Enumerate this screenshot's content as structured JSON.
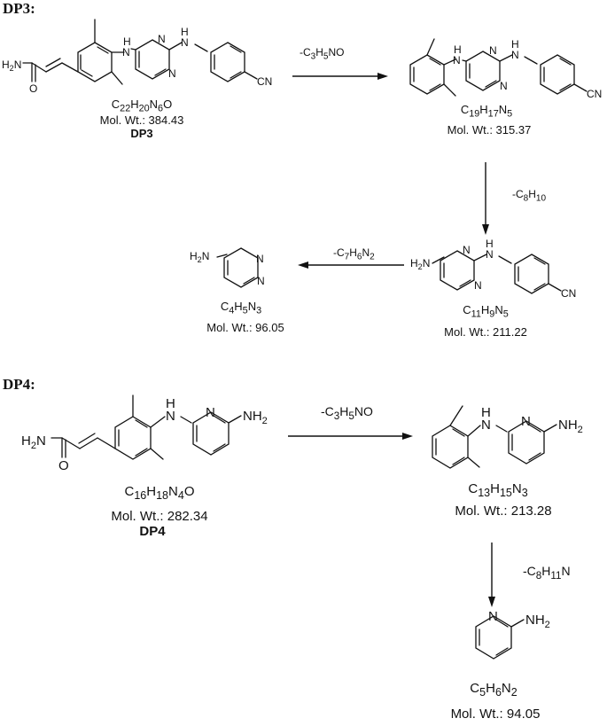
{
  "sections": {
    "dp3": {
      "title": "DP3:"
    },
    "dp4": {
      "title": "DP4:"
    }
  },
  "compounds": {
    "dp3_parent": {
      "formula": "C<sub>22</sub>H<sub>20</sub>N<sub>6</sub>O",
      "mw": "Mol. Wt.: 384.43",
      "label": "DP3"
    },
    "dp3_frag1": {
      "formula": "C<sub>19</sub>H<sub>17</sub>N<sub>5</sub>",
      "mw": "Mol. Wt.: 315.37"
    },
    "dp3_frag2": {
      "formula": "C<sub>11</sub>H<sub>9</sub>N<sub>5</sub>",
      "mw": "Mol. Wt.: 211.22"
    },
    "dp3_frag3": {
      "formula": "C<sub>4</sub>H<sub>5</sub>N<sub>3</sub>",
      "mw": "Mol. Wt.: 96.05"
    },
    "dp4_parent": {
      "formula": "C<sub>16</sub>H<sub>18</sub>N<sub>4</sub>O",
      "mw": "Mol. Wt.: 282.34",
      "label": "DP4"
    },
    "dp4_frag1": {
      "formula": "C<sub>13</sub>H<sub>15</sub>N<sub>3</sub>",
      "mw": "Mol. Wt.: 213.28"
    },
    "dp4_frag2": {
      "formula": "C<sub>5</sub>H<sub>6</sub>N<sub>2</sub>",
      "mw": "Mol. Wt.: 94.05"
    }
  },
  "losses": {
    "dp3_step1": "-C<sub>3</sub>H<sub>5</sub>NO",
    "dp3_step2": "-C<sub>8</sub>H<sub>10</sub>",
    "dp3_step3": "-C<sub>7</sub>H<sub>6</sub>N<sub>2</sub>",
    "dp4_step1": "-C<sub>3</sub>H<sub>5</sub>NO",
    "dp4_step2": "-C<sub>8</sub>H<sub>11</sub>N"
  },
  "atom_labels": {
    "H2N": "H₂N",
    "NH2": "NH₂",
    "NH": "NH",
    "N": "N",
    "H": "H",
    "O": "O",
    "CN": "CN"
  }
}
